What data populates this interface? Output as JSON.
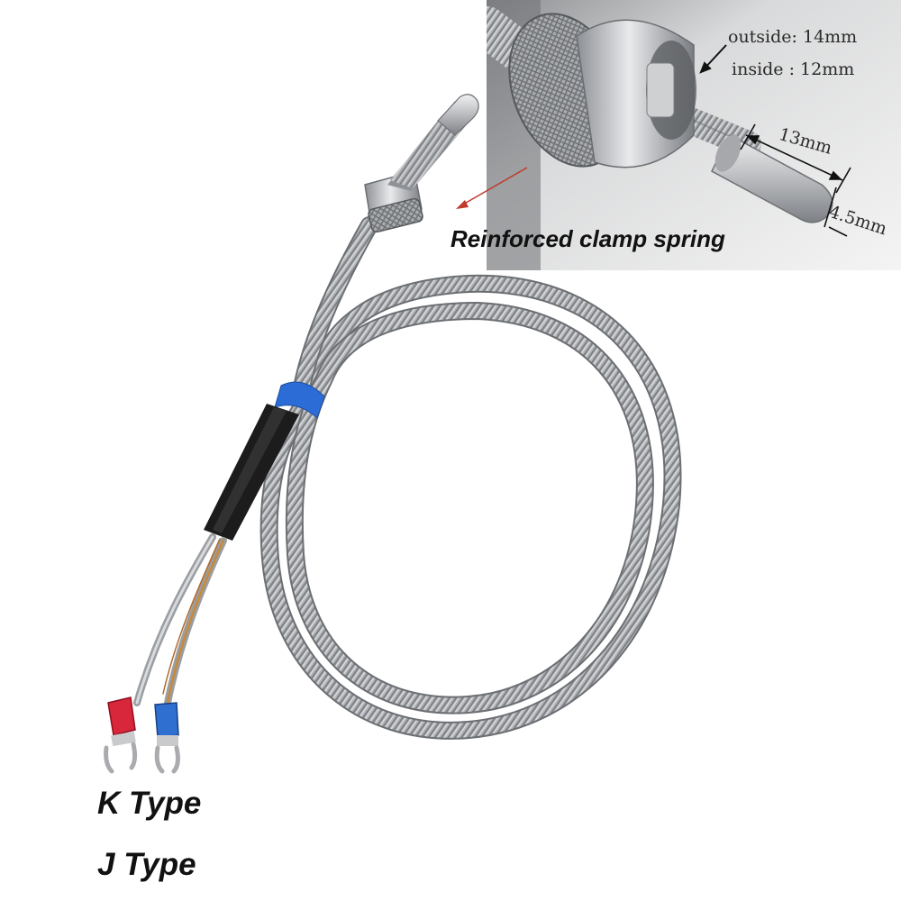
{
  "detail_inset": {
    "outside_dimension": "outside: 14mm",
    "inside_dimension": "inside : 12mm",
    "probe_length": "13mm",
    "probe_diameter": "4.5mm"
  },
  "callout": {
    "spring_label": "Reinforced clamp spring",
    "arrow_color": "#c0392b"
  },
  "types": {
    "k_type": "K Type",
    "j_type": "J Type"
  },
  "colors": {
    "steel": "#b7b9bc",
    "terminal_red": "#d8263a",
    "terminal_blue": "#2f6fd0",
    "band_blue": "#2b6cd6",
    "sleeve_black": "#1c1c1c"
  }
}
